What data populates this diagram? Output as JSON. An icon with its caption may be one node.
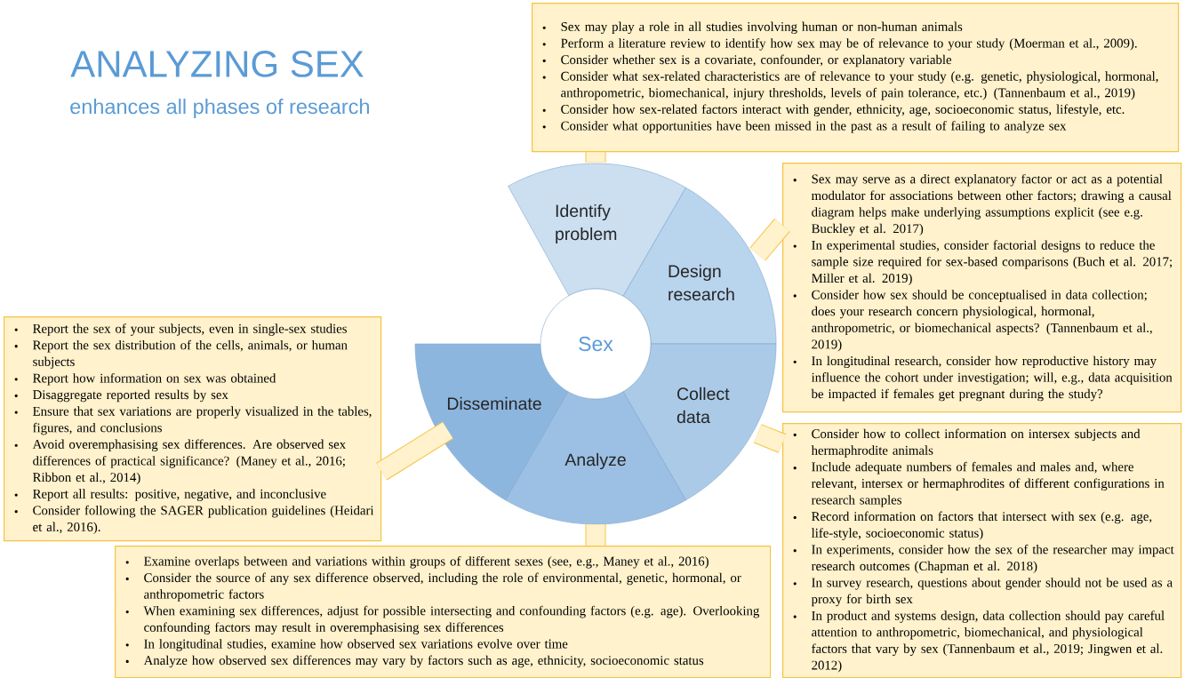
{
  "diagram": {
    "title": "ANALYZING SEX",
    "nodes": [
      {
        "text": [
          "Identify problem"
        ]
      },
      {
        "text": [
          "Design research"
        ]
      },
      {
        "text": [
          "Collect data"
        ]
      },
      {
        "text": [
          "Analyze"
        ]
      },
      {
        "text": [
          "Disseminate"
        ]
      },
      {
        "text": [
          "Sex"
        ]
      },
      {
        "text": [
          "Sex may play a role in all studies involving human or non-human animals",
          "Perform a literature review to identify how sex may be of relevance to your study (Moerman et al., 2009).",
          "Consider whether sex is a covariate, confounder, or explanatory variable",
          "Consider what sex-related characteristics are of relevance to your study (e.g. genetic, physiological, hormonal, anthropometric, biomechanical, injury thresholds, levels of pain tolerance, etc.) (Tannenbaum et al., 2019)",
          "Consider how sex-related factors interact with gender, ethnicity, age, socioeconomic status, lifestyle, etc.",
          "Consider what opportunities have been missed in the past as a result of failing to analyze sex"
        ]
      },
      {
        "text": [
          "Sex may serve as a direct explanatory factor or act as a potential modulator for associations between other factors; drawing a causal diagram helps make underlying assumptions explicit (see e.g. Buckley et al. 2017)",
          "In experimental studies, consider factorial designs to reduce the sample size required for sex-based comparisons (Buch et al. 2017; Miller et al. 2019)",
          "Consider how sex should be conceptualised in data collection; does your research concern physiological, hormonal, anthropometric, or biomechanical aspects? (Tannenbaum et al., 2019)",
          "In longitudinal research, consider how reproductive history may influence the cohort under investigation; will, e.g., data acquisition be impacted if females get pregnant during the study?"
        ]
      },
      {
        "text": [
          "Report the sex of your subjects, even in single-sex studies",
          "Report the sex distribution of the cells, animals, or human subjects",
          "Report how information on sex was obtained",
          "Disaggregate reported results by sex",
          "Ensure that sex variations are properly visualized in the tables, figures, and conclusions",
          "Avoid overemphasising sex differences. Are observed sex differences of practical significance? (Maney et al., 2016; Ribbon et al., 2014)",
          "Report all results: positive, negative, and inconclusive",
          "Consider following the SAGER publication guidelines (Heidari et al., 2016)."
        ]
      },
      {
        "text": [
          "Consider how to collect information on intersex subjects and hermaphrodite animals",
          "Include adequate numbers of females and males and, where relevant, intersex or hermaphrodites of different configurations in research samples",
          "Record information on factors that intersect with sex (e.g. age, life-style, socioeconomic status)",
          "In experiments, consider how the sex of the researcher may impact research outcomes (Chapman et al. 2018)",
          "In survey research, questions about gender should not be used as a proxy for birth sex",
          "In product and systems design, data collection should pay careful attention to anthropometric, biomechanical, and physiological factors that vary by sex (Tannenbaum et al., 2019; Jingwen et al. 2012)"
        ]
      },
      {
        "text": [
          "Examine overlaps between and variations within groups of different sexes (see, e.g., Maney et al., 2016)",
          "Consider the source of any sex difference observed, including the role of environmental, genetic, hormonal, or anthropometric factors",
          "When examining sex differences, adjust for possible intersecting and confounding factors (e.g. age). Overlooking confounding factors may result in overemphasising sex differences",
          "In longitudinal studies, examine how observed sex variations evolve over time",
          "Analyze how observed sex differences may vary by factors such as age, ethnicity, socioeconomic status"
        ]
      }
    ],
    "edges": [
      {
        "from": 0,
        "to": 6,
        "arrow": "none"
      },
      {
        "from": 1,
        "to": 7,
        "arrow": "none"
      },
      {
        "from": 2,
        "to": 9,
        "arrow": "none"
      },
      {
        "from": 3,
        "to": 10,
        "arrow": "none"
      },
      {
        "from": 4,
        "to": 8,
        "arrow": "none"
      }
    ],
    "labels": [
      "enhances all phases of research"
    ]
  }
}
